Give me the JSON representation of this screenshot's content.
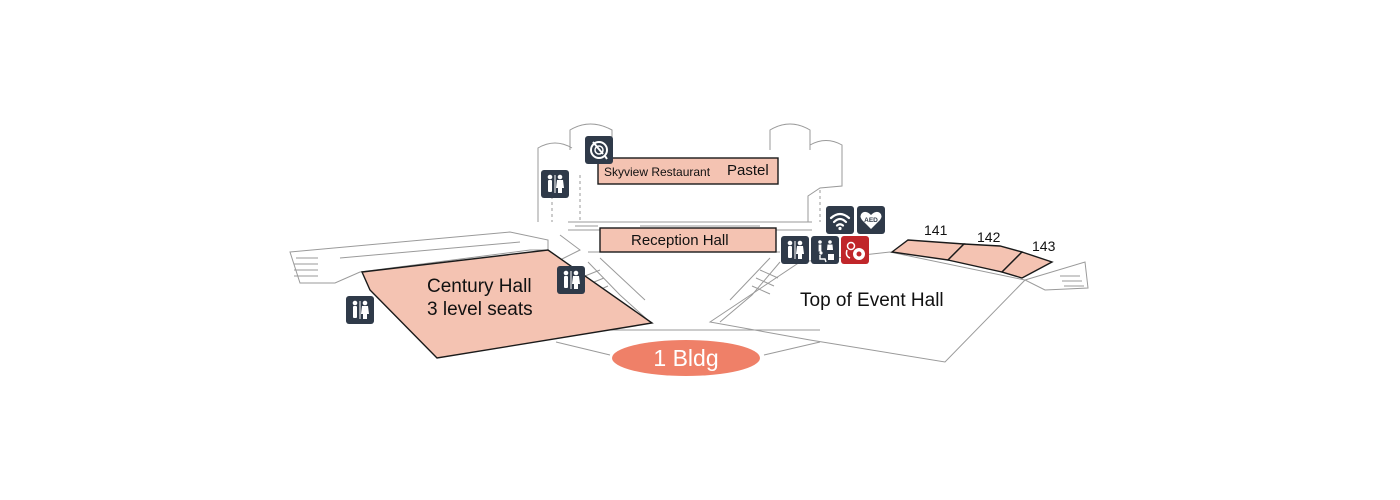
{
  "colors": {
    "room_fill": "#f4c3b2",
    "badge_fill": "#ef8068",
    "icon_dark": "#2f3a49",
    "icon_red": "#c0262a",
    "outline": "#999999"
  },
  "rooms": {
    "restaurant_small": "Skyview Restaurant",
    "restaurant_name": "Pastel",
    "reception": "Reception Hall",
    "century_line1": "Century Hall",
    "century_line2": "3 level seats",
    "event_hall": "Top of Event Hall",
    "room_141": "141",
    "room_142": "142",
    "room_143": "143"
  },
  "building": {
    "label": "1 Bldg"
  },
  "aed": {
    "label": "AED"
  },
  "icons": {
    "restaurant": "restaurant-icon",
    "restroom": "restroom-icon",
    "wifi": "wifi-icon",
    "aed": "aed-icon",
    "accessible": "accessible-restroom-icon",
    "nursing": "nursing-room-icon"
  }
}
